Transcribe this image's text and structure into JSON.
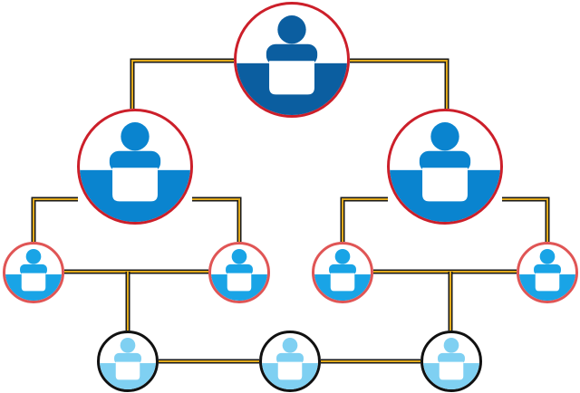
{
  "colors": {
    "background": "#ffffff",
    "connector_outer": "#1a1a1a",
    "connector_inner": "#e0a91c",
    "level1_ring": "#cc1f2a",
    "level1_person": "#0b5ea0",
    "level2_ring": "#cc1f2a",
    "level2_person": "#0a84cf",
    "level3_ring": "#e05555",
    "level3_person": "#19a4e6",
    "level4_ring": "#111111",
    "level4_person": "#7fd0f2",
    "desk_fill": "#ffffff"
  },
  "nodes": [
    {
      "id": "root",
      "level": 1,
      "icon": "person-at-desk-icon"
    },
    {
      "id": "manager-left",
      "level": 2,
      "icon": "person-at-desk-icon"
    },
    {
      "id": "manager-right",
      "level": 2,
      "icon": "person-at-desk-icon"
    },
    {
      "id": "lead-1",
      "level": 3,
      "icon": "person-at-desk-icon"
    },
    {
      "id": "lead-2",
      "level": 3,
      "icon": "person-at-desk-icon"
    },
    {
      "id": "lead-3",
      "level": 3,
      "icon": "person-at-desk-icon"
    },
    {
      "id": "lead-4",
      "level": 3,
      "icon": "person-at-desk-icon"
    },
    {
      "id": "member-1",
      "level": 4,
      "icon": "person-at-desk-icon"
    },
    {
      "id": "member-2",
      "level": 4,
      "icon": "person-at-desk-icon"
    },
    {
      "id": "member-3",
      "level": 4,
      "icon": "person-at-desk-icon"
    }
  ],
  "edges": [
    {
      "from": "root",
      "to": "manager-left"
    },
    {
      "from": "root",
      "to": "manager-right"
    },
    {
      "from": "manager-left",
      "to": "lead-1"
    },
    {
      "from": "manager-left",
      "to": "lead-2"
    },
    {
      "from": "manager-right",
      "to": "lead-3"
    },
    {
      "from": "manager-right",
      "to": "lead-4"
    },
    {
      "from": "lead-1",
      "to": "lead-2"
    },
    {
      "from": "lead-3",
      "to": "lead-4"
    },
    {
      "from": "lead-1",
      "to": "member-1"
    },
    {
      "from": "lead-3",
      "to": "member-3"
    },
    {
      "from": "member-1",
      "to": "member-2"
    },
    {
      "from": "member-2",
      "to": "member-3"
    }
  ]
}
